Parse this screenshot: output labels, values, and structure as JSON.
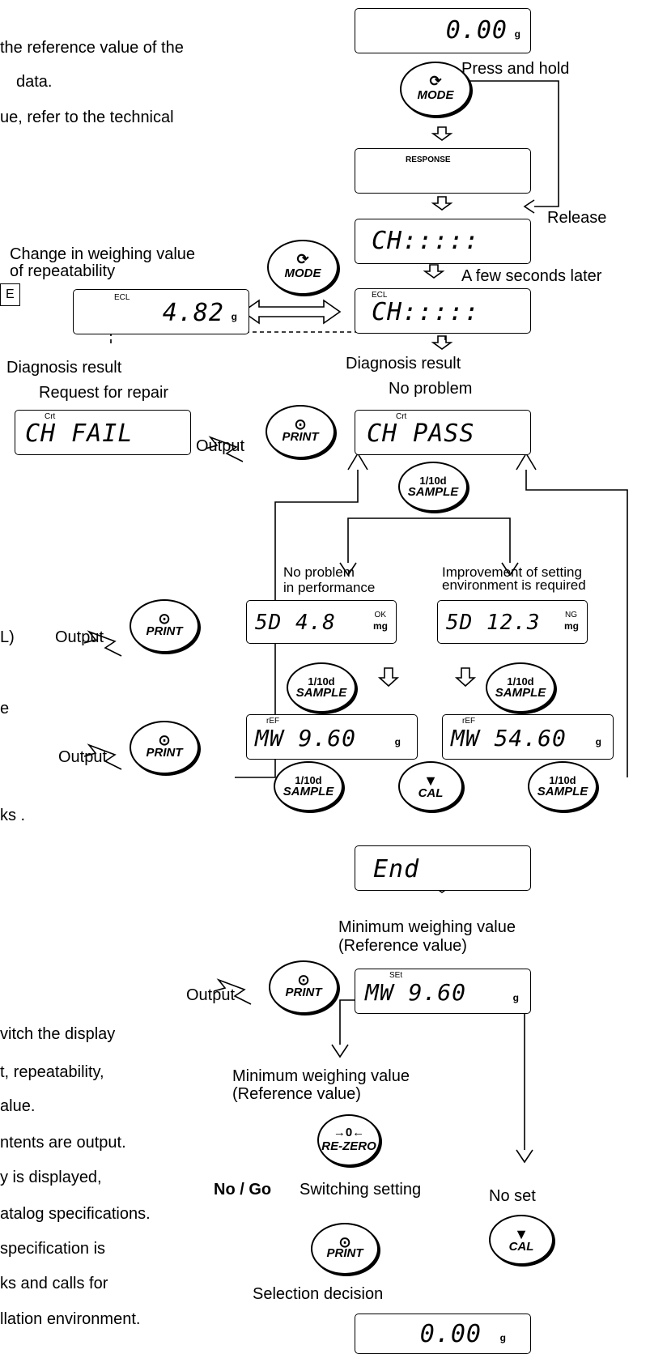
{
  "left_text": {
    "line1": "the reference value of the",
    "line2": "data.",
    "line3": "ue, refer to the technical",
    "frag_box": "E",
    "frag_l": "L)",
    "frag_e": "e",
    "frag_ks": "ks .",
    "bottom": [
      "vitch the display",
      "t, repeatability,",
      "alue.",
      "ntents are output.",
      "y is displayed,",
      "atalog specifications.",
      " specification is",
      "ks and calls for",
      "llation environment."
    ]
  },
  "labels": {
    "press_hold": "Press and hold",
    "release": "Release",
    "change_weighing": "Change in weighing value",
    "of_repeatability": "of repeatability",
    "few_seconds": "A few seconds later",
    "diag_left": "Diagnosis result",
    "request_repair": "Request for repair",
    "diag_right": "Diagnosis result",
    "no_problem": "No problem",
    "output": "Output",
    "no_problem_perf_1": "No problem",
    "no_problem_perf_2": "in performance",
    "improvement_1": "Improvement of setting",
    "improvement_2": "environment is required",
    "min_weighing_1": "Minimum weighing value",
    "ref_value_1": "(Reference value)",
    "min_weighing_2": "Minimum weighing value",
    "ref_value_2": "(Reference value)",
    "switching": "Switching setting",
    "no_go": "No / Go",
    "no_set": "No set",
    "selection": "Selection decision"
  },
  "displays": {
    "top": {
      "main": "0.00",
      "unit": "g"
    },
    "response": {
      "small": "RESPONSE"
    },
    "ch1": {
      "main": "CH:::::"
    },
    "ch2": {
      "main": "CH:::::",
      "small": "ECL"
    },
    "ecl": {
      "main": "4.82",
      "small": "ECL",
      "unit": "g"
    },
    "fail": {
      "main": "CH  FAIL",
      "small": "Crt"
    },
    "pass": {
      "main": "CH  PASS",
      "small": "Crt"
    },
    "sd_ok": {
      "main": "5D    4.8",
      "unit": "mg",
      "small": "OK"
    },
    "sd_ng": {
      "main": "5D   12.3",
      "unit": "mg",
      "small": "NG"
    },
    "mw1": {
      "main": "MW  9.60",
      "small": "rEF",
      "unit": "g"
    },
    "mw2": {
      "main": "MW 54.60",
      "small": "rEF",
      "unit": "g"
    },
    "end": {
      "main": "End"
    },
    "mw_set": {
      "main": "MW  9.60",
      "small": "SEt",
      "unit": "g"
    },
    "bottom": {
      "main": "0.00",
      "unit": "g"
    }
  },
  "keys": {
    "mode": "MODE",
    "print": "PRINT",
    "sample_top": "1/10d",
    "sample_bottom": "SAMPLE",
    "cal": "CAL",
    "rezero": "RE-ZERO"
  }
}
